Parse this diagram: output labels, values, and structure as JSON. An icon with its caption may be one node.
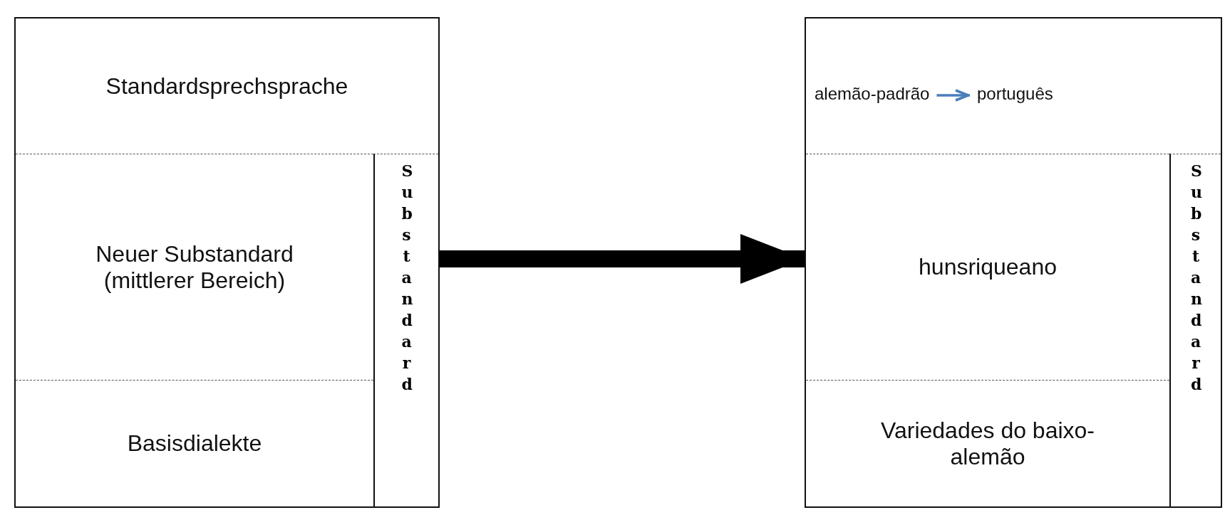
{
  "diagram": {
    "nodes": [
      {
        "text": [],
        "shape": "box"
      },
      {
        "text": [
          "Standardsprechsprache"
        ],
        "in": 0
      },
      {
        "text": [
          "Neuer Substandard (mittlerer Bereich)"
        ],
        "in": 0
      },
      {
        "text": [
          "Basisdialekte"
        ],
        "in": 0
      },
      {
        "text": [
          "Substandard"
        ],
        "in": 0
      },
      {
        "text": [],
        "shape": "box"
      },
      {
        "text": [
          "alemão-padrão"
        ],
        "in": 5
      },
      {
        "text": [
          "português"
        ],
        "in": 5
      },
      {
        "text": [
          "hunsriqueano"
        ],
        "in": 5
      },
      {
        "text": [
          "Variedades do baixo-alemão"
        ],
        "in": 5
      },
      {
        "text": [
          "Substandard"
        ],
        "in": 5
      }
    ],
    "edges": [
      {
        "from": 0,
        "to": 5,
        "arrow": "to",
        "style": "thick"
      },
      {
        "from": 6,
        "to": 7,
        "arrow": "to",
        "color": "#4a7ebb"
      }
    ]
  }
}
